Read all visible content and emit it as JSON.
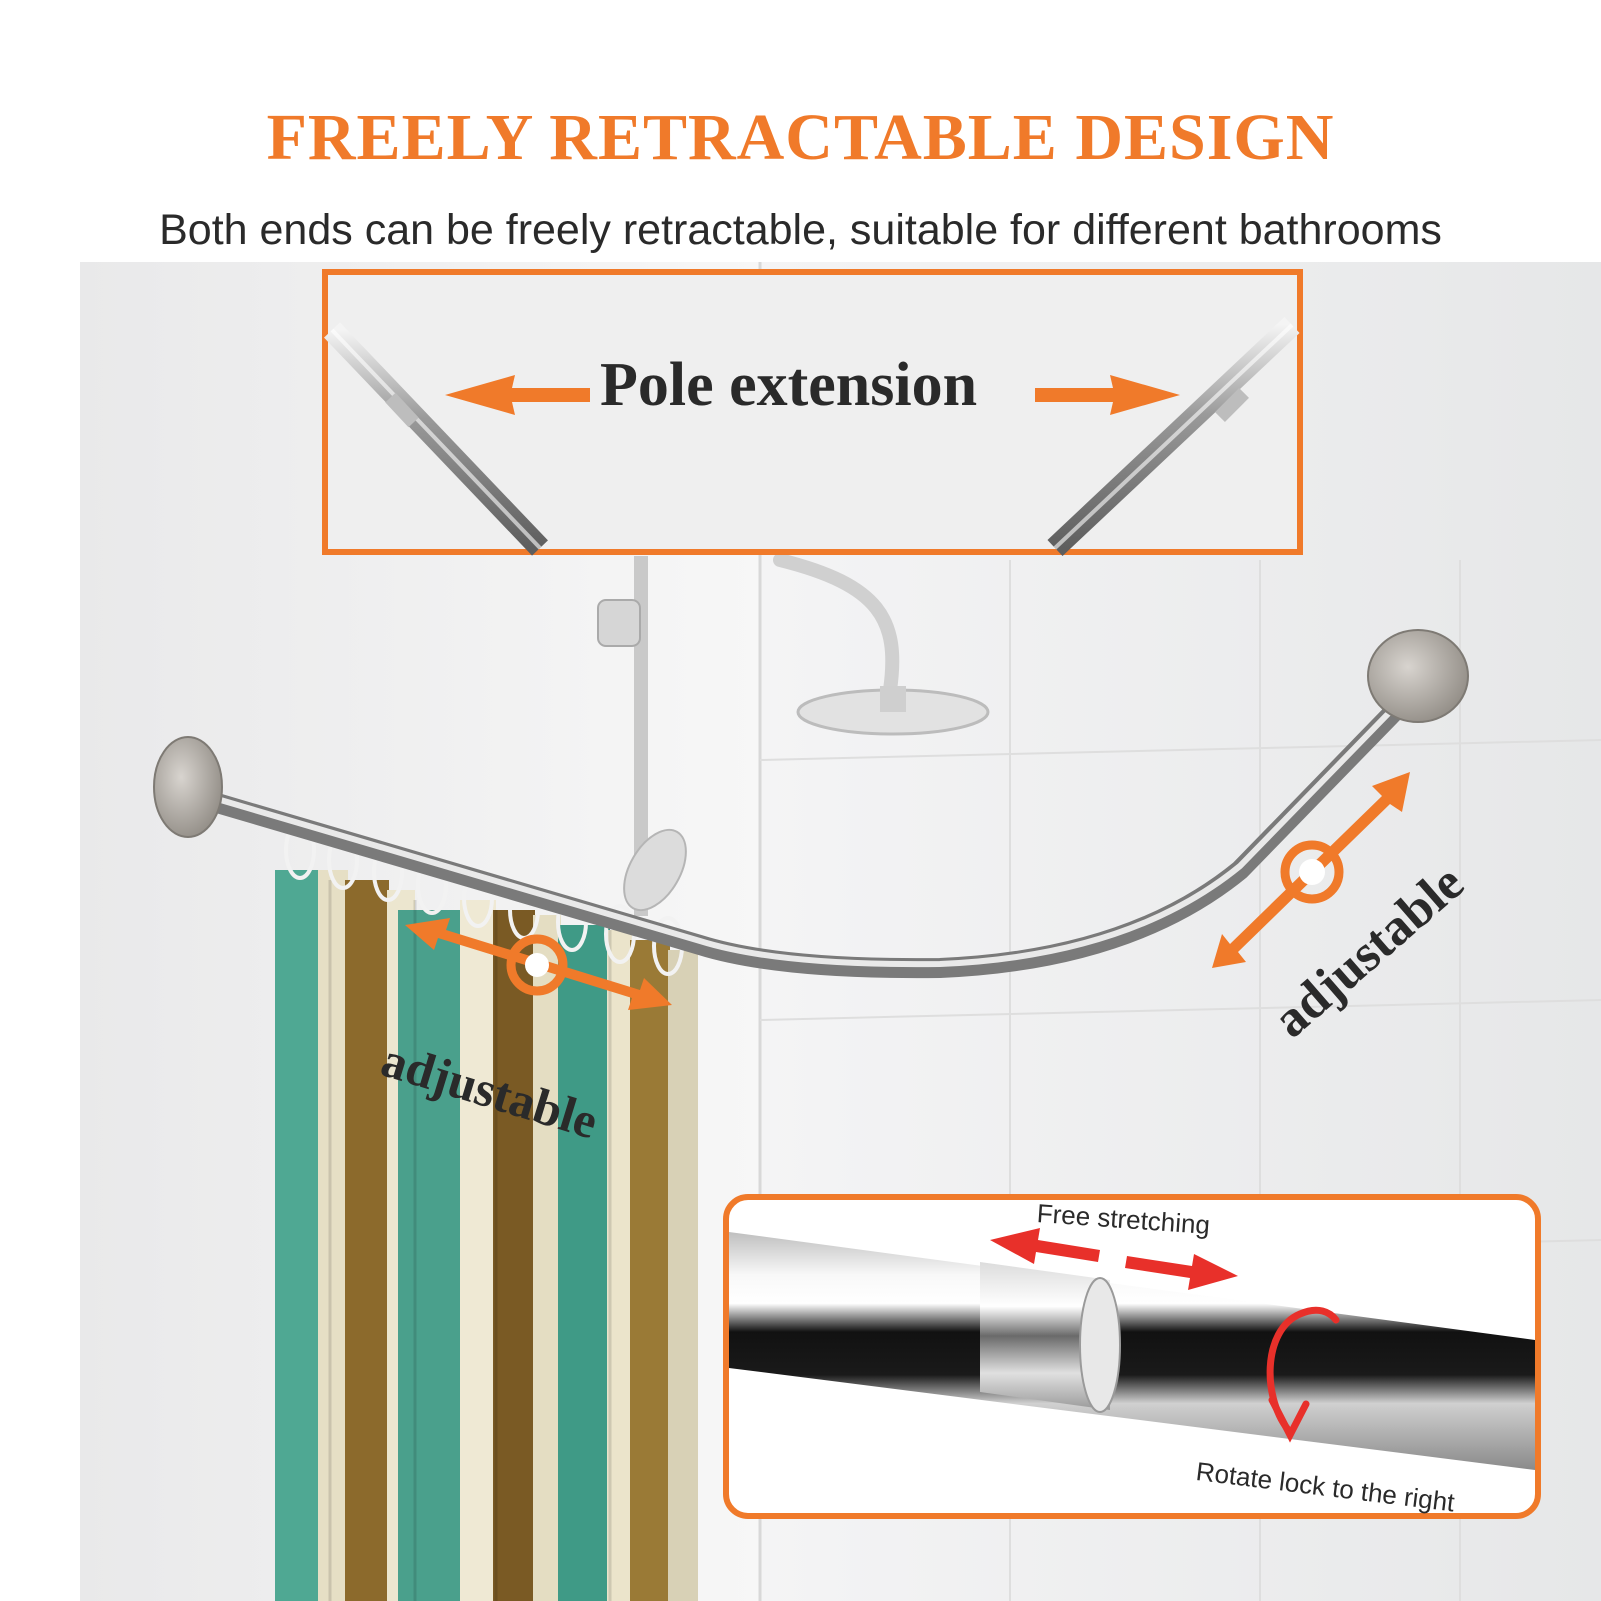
{
  "headline": "FREELY RETRACTABLE DESIGN",
  "subheadline": "Both ends can be freely retractable, suitable for different bathrooms",
  "callouts": {
    "pole_extension": "Pole extension",
    "adjustable_left": "adjustable",
    "adjustable_right": "adjustable",
    "free_stretching": "Free stretching",
    "rotate_lock": "Rotate lock to the right"
  },
  "colors": {
    "accent_orange": "#f07a2a",
    "arrow_red": "#e8302a",
    "text_dark": "#2a2a2a"
  },
  "icons": [
    "arrow-left-icon",
    "arrow-right-icon",
    "rotate-icon",
    "curved-arrow-icon"
  ]
}
